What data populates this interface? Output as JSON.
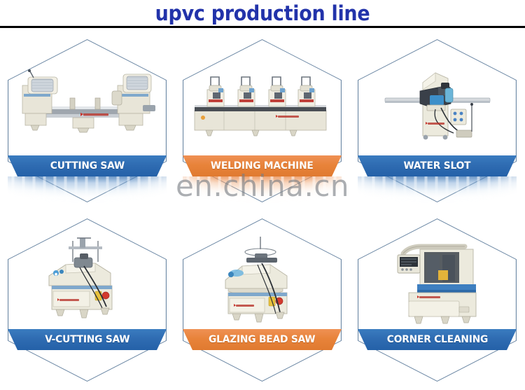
{
  "header": {
    "title": "upvc production line",
    "title_color": "#2233aa",
    "rule_color": "#000000"
  },
  "watermark": {
    "text": "en.china.cn"
  },
  "theme": {
    "banner_blue": "#2E6DB4",
    "banner_orange": "#E8833A",
    "hex_outline": "#6b87a4",
    "background": "#ffffff"
  },
  "grid": {
    "rows": 2,
    "columns": 3,
    "cells": [
      {
        "label": "CUTTING SAW",
        "banner_color": "blue",
        "machine": "double-head-cutting-saw",
        "row": 0,
        "column": 0
      },
      {
        "label": "WELDING MACHINE",
        "banner_color": "orange",
        "machine": "four-head-welding-machine",
        "row": 0,
        "column": 1
      },
      {
        "label": "WATER SLOT",
        "banner_color": "blue",
        "machine": "water-slot-milling-machine",
        "row": 0,
        "column": 2
      },
      {
        "label": "V-CUTTING SAW",
        "banner_color": "blue",
        "machine": "v-cutting-saw",
        "row": 1,
        "column": 0
      },
      {
        "label": "GLAZING BEAD SAW",
        "banner_color": "orange",
        "machine": "glazing-bead-saw",
        "row": 1,
        "column": 1
      },
      {
        "label": "CORNER CLEANING",
        "banner_color": "blue",
        "machine": "corner-cleaning-machine",
        "row": 1,
        "column": 2
      }
    ]
  }
}
